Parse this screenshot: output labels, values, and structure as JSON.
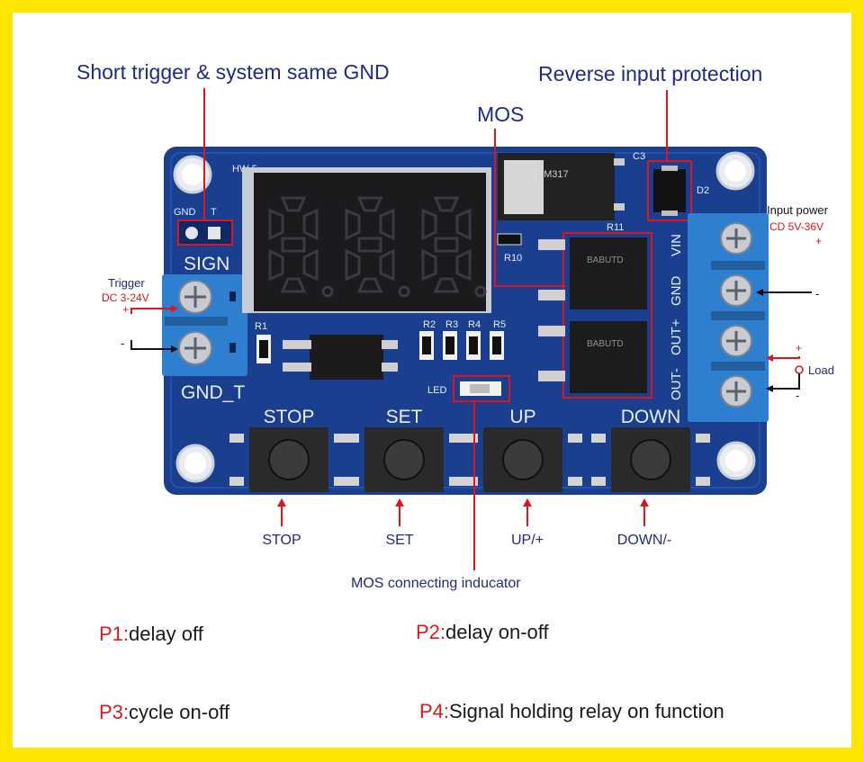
{
  "callouts": {
    "short_trigger": "Short trigger & system same GND",
    "reverse_protection": "Reverse input protection",
    "mos": "MOS",
    "mos_indicator": "MOS connecting inducator"
  },
  "trigger": {
    "title": "Trigger",
    "voltage": "DC 3-24V",
    "plus": "+",
    "minus": "-"
  },
  "input_power": {
    "title": "Input power",
    "voltage": "CD 5V-36V",
    "plus": "+",
    "minus": "-"
  },
  "load": {
    "label": "Load",
    "plus": "+",
    "minus": "-"
  },
  "board": {
    "sign": "SIGN",
    "gnd_t": "GND_T",
    "gnd_small": "GND",
    "t_small": "T",
    "model": "HW-5",
    "led": "LED",
    "r10": "R10",
    "r11": "R11",
    "r1": "R1",
    "r2": "R2",
    "r3": "R3",
    "r4": "R4",
    "r5": "R5",
    "c3": "C3",
    "d2": "D2",
    "vin": "VIN",
    "gnd": "GND",
    "out_plus": "OUT+",
    "out_minus": "OUT-",
    "mos_code": "BABUTD",
    "buttons": [
      "STOP",
      "SET",
      "UP",
      "DOWN"
    ]
  },
  "button_labels": [
    "STOP",
    "SET",
    "UP/+",
    "DOWN/-"
  ],
  "modes": [
    {
      "code": "P1:",
      "desc": "delay off"
    },
    {
      "code": "P2:",
      "desc": "delay on-off"
    },
    {
      "code": "P3:",
      "desc": "cycle on-off"
    },
    {
      "code": "P4:",
      "desc": "Signal holding relay on function"
    }
  ],
  "colors": {
    "frame": "#ffe600",
    "pcb": "#1a3f8f",
    "terminal": "#2f7fd0",
    "callout_line": "#e0141e",
    "text_blue": "#1f2a8a",
    "text_red": "#d81a1a"
  }
}
